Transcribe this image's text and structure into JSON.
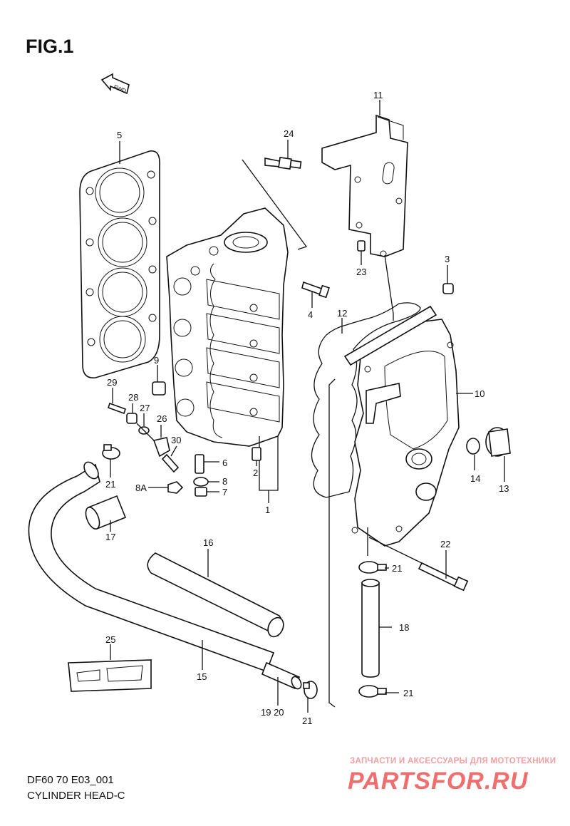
{
  "figure": {
    "title": "FIG.1",
    "code": "DF60 70 E03_001",
    "name": "CYLINDER HEAD-C"
  },
  "arrow": {
    "label": "FWD"
  },
  "watermark": {
    "tagline": "ЗАПЧАСТИ И АКСЕССУАРЫ ДЛЯ МОТОТЕХНИКИ",
    "logo": "PARTSFOR.RU"
  },
  "callouts": {
    "n1": "1",
    "n2": "2",
    "n3": "3",
    "n4": "4",
    "n5": "5",
    "n6": "6",
    "n7": "7",
    "n8": "8",
    "n8a": "8A",
    "n9": "9",
    "n10": "10",
    "n11": "11",
    "n12": "12",
    "n13": "13",
    "n14": "14",
    "n15": "15",
    "n16": "16",
    "n17": "17",
    "n18": "18",
    "n19_20": "19 20",
    "n21a": "21",
    "n21b": "21",
    "n21c": "21",
    "n21d": "21",
    "n22": "22",
    "n23": "23",
    "n24": "24",
    "n25": "25",
    "n26": "26",
    "n27": "27",
    "n28": "28",
    "n29": "29",
    "n30": "30"
  }
}
